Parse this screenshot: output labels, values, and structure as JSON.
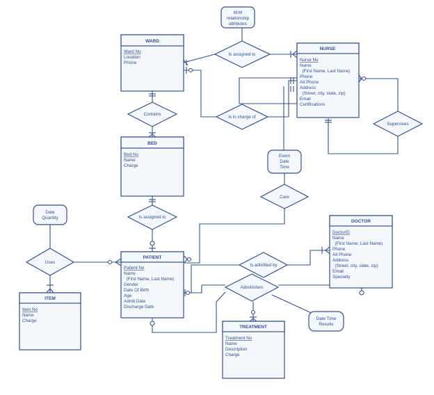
{
  "entities": {
    "ward": {
      "title": "WARD",
      "key": "Ward No",
      "attrs": [
        "Location",
        "Phone"
      ]
    },
    "nurse": {
      "title": "NURSE",
      "key": "Nurse No",
      "attrs": [
        "Name",
        "  (First Name, Last Name)",
        "Phone",
        "Alt Phone",
        "Address",
        "  (Street, city, state, zip)",
        "Email",
        "Certifications"
      ]
    },
    "bed": {
      "title": "BED",
      "key": "Bed No",
      "attrs": [
        "Name",
        "Charge"
      ]
    },
    "patient": {
      "title": "PATIENT",
      "key": "Patient No",
      "attrs": [
        "Name",
        "  (First Name, Last Name)",
        "Gender",
        "Date Of Birth",
        "Age",
        "Admit Date",
        "Discharge Date"
      ]
    },
    "doctor": {
      "title": "DOCTOR",
      "key": "DoctorID",
      "attrs": [
        "Name",
        "  (First Name, Last Name)",
        "Phone",
        "Alt Phone",
        "Address",
        "  (Street, city, state, zip)",
        "Email",
        "Specialty"
      ]
    },
    "item": {
      "title": "ITEM",
      "key": "Item No",
      "attrs": [
        "Name",
        "Charge"
      ]
    },
    "treatment": {
      "title": "TREATMENT",
      "key": "Treatment No",
      "attrs": [
        "Name",
        "Description",
        "Charge"
      ]
    }
  },
  "relationships": {
    "ward_nurse": "Is assigned to",
    "contains": "Contains",
    "in_charge": "Is in charge of",
    "supervises": "Supervises",
    "bed_patient": "Is assigned to",
    "care": "Care",
    "uses": "Uses",
    "admitted": "Is admitted by",
    "administers": "Administers"
  },
  "notes": {
    "mm": [
      "M:M",
      "relationship",
      "attributes"
    ],
    "event": [
      "Event",
      "Date",
      "Time"
    ],
    "date_qty": [
      "Date",
      "Quantity"
    ],
    "date_time": [
      "Date Time",
      "Results"
    ]
  }
}
